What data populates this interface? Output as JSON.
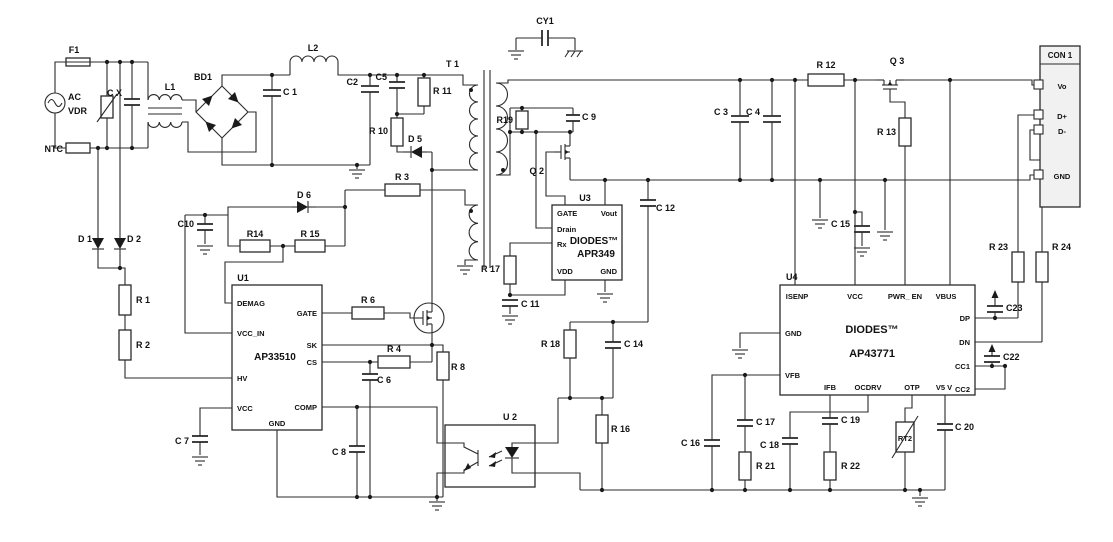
{
  "schematic": {
    "refs": {
      "f1": "F1",
      "ac": "AC",
      "vdr": "VDR",
      "cx": "C X",
      "ntc": "NTC",
      "l1": "L1",
      "bd1": "BD1",
      "c1": "C 1",
      "l2": "L2",
      "c2": "C2",
      "c5": "C5",
      "r11": "R 11",
      "r10": "R 10",
      "d5": "D 5",
      "t1": "T 1",
      "cy1": "CY1",
      "d1": "D 1",
      "d2": "D 2",
      "r1": "R 1",
      "r2": "R 2",
      "c10": "C10",
      "r14": "R14",
      "r15": "R 15",
      "d6": "D 6",
      "r3": "R 3",
      "r6": "R 6",
      "r4": "R 4",
      "r8": "R 8",
      "c6": "C 6",
      "c7": "C 7",
      "c8": "C 8",
      "u2": "U 2",
      "r19": "R19",
      "c9": "C 9",
      "q2": "Q 2",
      "r17": "R 17",
      "c11": "C 11",
      "c12": "C 12",
      "c3": "C 3",
      "c4": "C 4",
      "r12": "R 12",
      "q3": "Q 3",
      "r13": "R 13",
      "c15": "C 15",
      "r18": "R 18",
      "c14": "C 14",
      "r16": "R 16",
      "c16": "C 16",
      "c17": "C 17",
      "r21": "R 21",
      "c18": "C 18",
      "c19": "C 19",
      "r22": "R 22",
      "rt2": "RT2",
      "c20": "C 20",
      "r23": "R 23",
      "r24": "R 24",
      "c23": "C23",
      "c22": "C22"
    },
    "u1": {
      "ref": "U1",
      "part": "AP33510",
      "demag": "DEMAG",
      "vcc_in": "VCC_IN",
      "hv": "HV",
      "vcc": "VCC",
      "gate": "GATE",
      "sk": "SK",
      "cs": "CS",
      "comp": "COMP",
      "gnd": "GND"
    },
    "u3": {
      "ref": "U3",
      "brand": "DIODES™",
      "part": "APR349",
      "gate": "GATE",
      "vout": "Vout",
      "drain": "Drain",
      "rx": "Rx",
      "vdd": "VDD",
      "gnd": "GND"
    },
    "u4": {
      "ref": "U4",
      "brand": "DIODES™",
      "part": "AP43771",
      "isenp": "ISENP",
      "vcc": "VCC",
      "pwr_en": "PWR_ EN",
      "vbus": "VBUS",
      "gnd": "GND",
      "vfb": "VFB",
      "ifb": "IFB",
      "ocdrv": "OCDRV",
      "otp": "OTP",
      "v5v": "V5 V",
      "dp": "DP",
      "dn": "DN",
      "cc1": "CC1",
      "cc2": "CC2"
    },
    "con1": {
      "ref": "CON 1",
      "vo": "Vo",
      "dplus": "D+",
      "dminus": "D-",
      "gnd": "GND"
    }
  }
}
